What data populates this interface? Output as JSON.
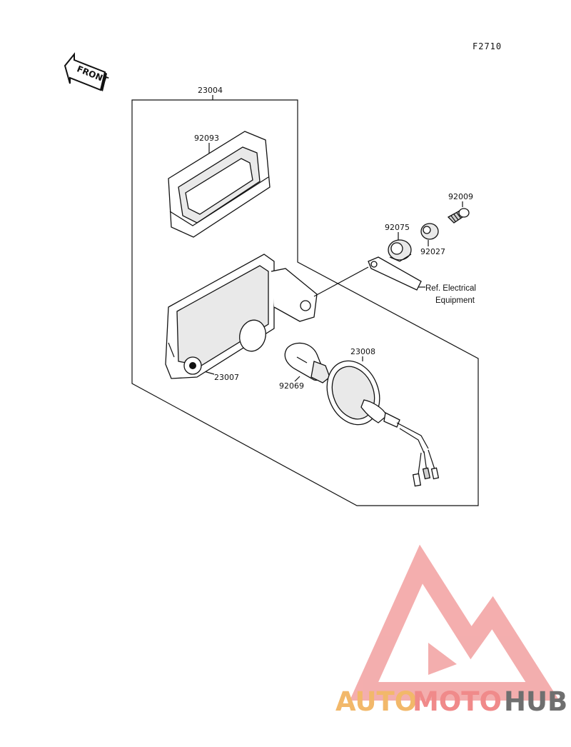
{
  "diagram": {
    "code": "F2710",
    "front_label": "FRONT",
    "parts": [
      {
        "id": "23004"
      },
      {
        "id": "92093"
      },
      {
        "id": "92009"
      },
      {
        "id": "92075"
      },
      {
        "id": "92027"
      },
      {
        "id": "23007"
      },
      {
        "id": "23008"
      },
      {
        "id": "92069"
      }
    ],
    "reference": {
      "line1": "Ref. Electrical",
      "line2": "Equipment"
    }
  },
  "watermark": {
    "part1": "AUTO",
    "part2": "MOTO",
    "part3": "HUB",
    "colors": {
      "auto": "#f2b86a",
      "moto": "#f08a8a",
      "hub": "#6f6f6f",
      "triangle": "#f2a0a0"
    }
  }
}
